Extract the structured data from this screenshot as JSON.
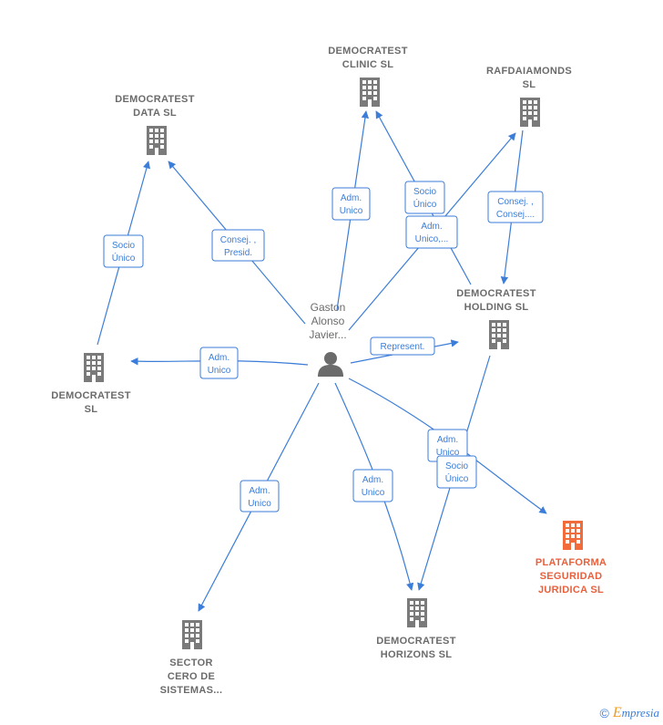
{
  "center": {
    "lines": [
      "Gaston",
      "Alonso",
      "Javier..."
    ]
  },
  "companies": {
    "data": {
      "lines": [
        "DEMOCRATEST",
        "DATA  SL"
      ]
    },
    "clinic": {
      "lines": [
        "DEMOCRATEST",
        "CLINIC  SL"
      ]
    },
    "rafdai": {
      "lines": [
        "RAFDAIAMONDS",
        "SL"
      ]
    },
    "holding": {
      "lines": [
        "DEMOCRATEST",
        "HOLDING  SL"
      ]
    },
    "sl": {
      "lines": [
        "DEMOCRATEST",
        "SL"
      ]
    },
    "plataforma": {
      "lines": [
        "PLATAFORMA",
        "SEGURIDAD",
        "JURIDICA  SL"
      ]
    },
    "horizons": {
      "lines": [
        "DEMOCRATEST",
        "HORIZONS  SL"
      ]
    },
    "sector": {
      "lines": [
        "SECTOR",
        "CERO DE",
        "SISTEMAS..."
      ]
    }
  },
  "edges": {
    "e1": {
      "lines": [
        "Socio",
        "Único"
      ]
    },
    "e2": {
      "lines": [
        "Consej. ,",
        "Presid."
      ]
    },
    "e3": {
      "lines": [
        "Adm.",
        "Unico"
      ]
    },
    "e4": {
      "lines": [
        "Socio",
        "Único"
      ]
    },
    "e5": {
      "lines": [
        "Adm.",
        "Unico,..."
      ]
    },
    "e6": {
      "lines": [
        "Consej. ,",
        "Consej...."
      ]
    },
    "e7": {
      "lines": [
        "Adm.",
        "Unico"
      ]
    },
    "e8": {
      "lines": [
        "Represent."
      ]
    },
    "e9": {
      "lines": [
        "Adm.",
        "Unico"
      ]
    },
    "e10": {
      "lines": [
        "Socio",
        "Único"
      ]
    },
    "e11": {
      "lines": [
        "Adm.",
        "Unico"
      ]
    },
    "e12": {
      "lines": [
        "Adm.",
        "Unico"
      ]
    }
  },
  "footer": {
    "copyright": "©",
    "brand_initial": "E",
    "brand_rest": "mpresia"
  },
  "colors": {
    "edge": "#3b7dd8",
    "node_gray": "#7a7a7a",
    "focus": "#f26b3a"
  }
}
